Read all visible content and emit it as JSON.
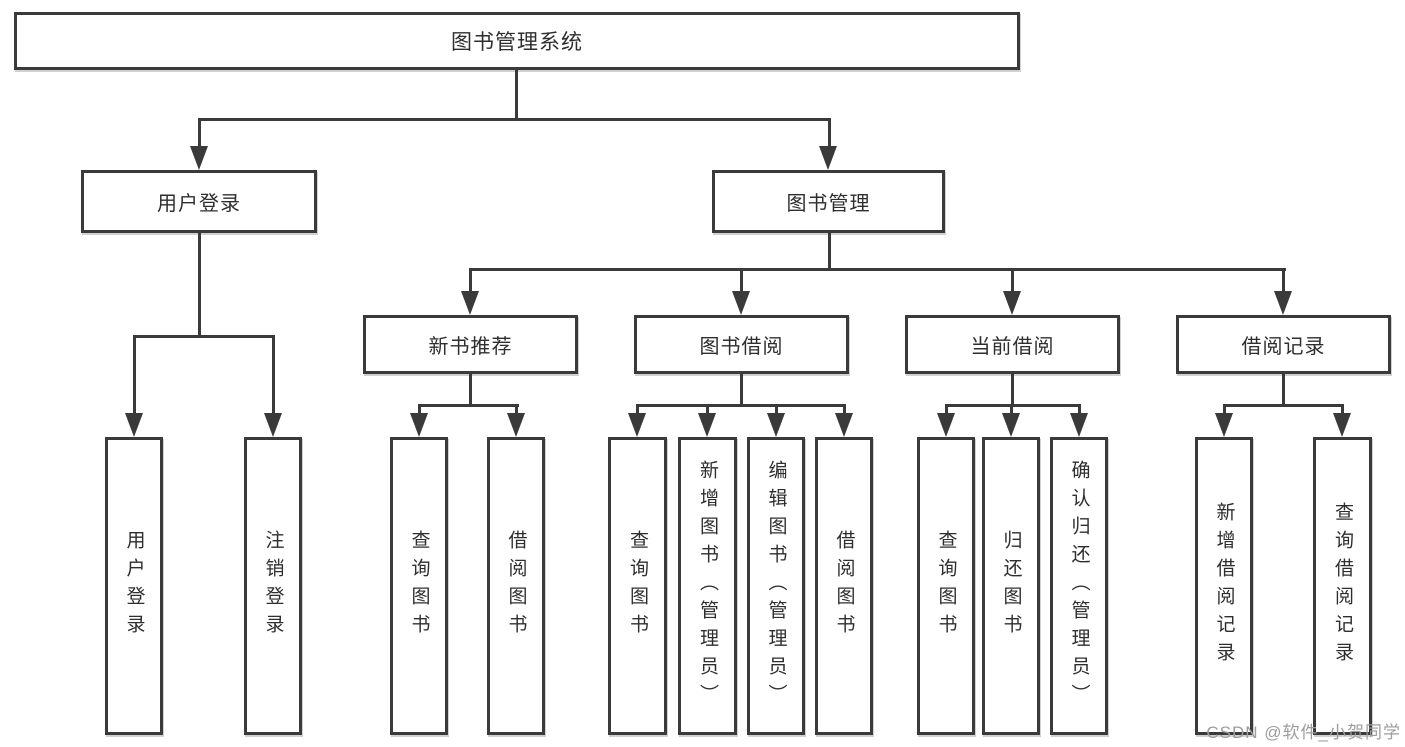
{
  "diagram": {
    "root": {
      "label": "图书管理系统"
    },
    "branches": [
      {
        "label": "用户登录",
        "children": [
          {
            "label": "用户登录"
          },
          {
            "label": "注销登录"
          }
        ]
      },
      {
        "label": "图书管理",
        "children": [
          {
            "label": "新书推荐",
            "children": [
              {
                "label": "查询图书"
              },
              {
                "label": "借阅图书"
              }
            ]
          },
          {
            "label": "图书借阅",
            "children": [
              {
                "label": "查询图书"
              },
              {
                "label": "新增图书（管理员）"
              },
              {
                "label": "编辑图书（管理员）"
              },
              {
                "label": "借阅图书"
              }
            ]
          },
          {
            "label": "当前借阅",
            "children": [
              {
                "label": "查询图书"
              },
              {
                "label": "归还图书"
              },
              {
                "label": "确认归还（管理员）"
              }
            ]
          },
          {
            "label": "借阅记录",
            "children": [
              {
                "label": "新增借阅记录"
              },
              {
                "label": "查询借阅记录"
              }
            ]
          }
        ]
      }
    ]
  },
  "watermark": {
    "text": "CSDN @软件_小贺同学"
  },
  "colors": {
    "line": "#3a3a3a",
    "text": "#2e2e2e",
    "watermark": "#9d9d9d",
    "background": "#ffffff"
  }
}
